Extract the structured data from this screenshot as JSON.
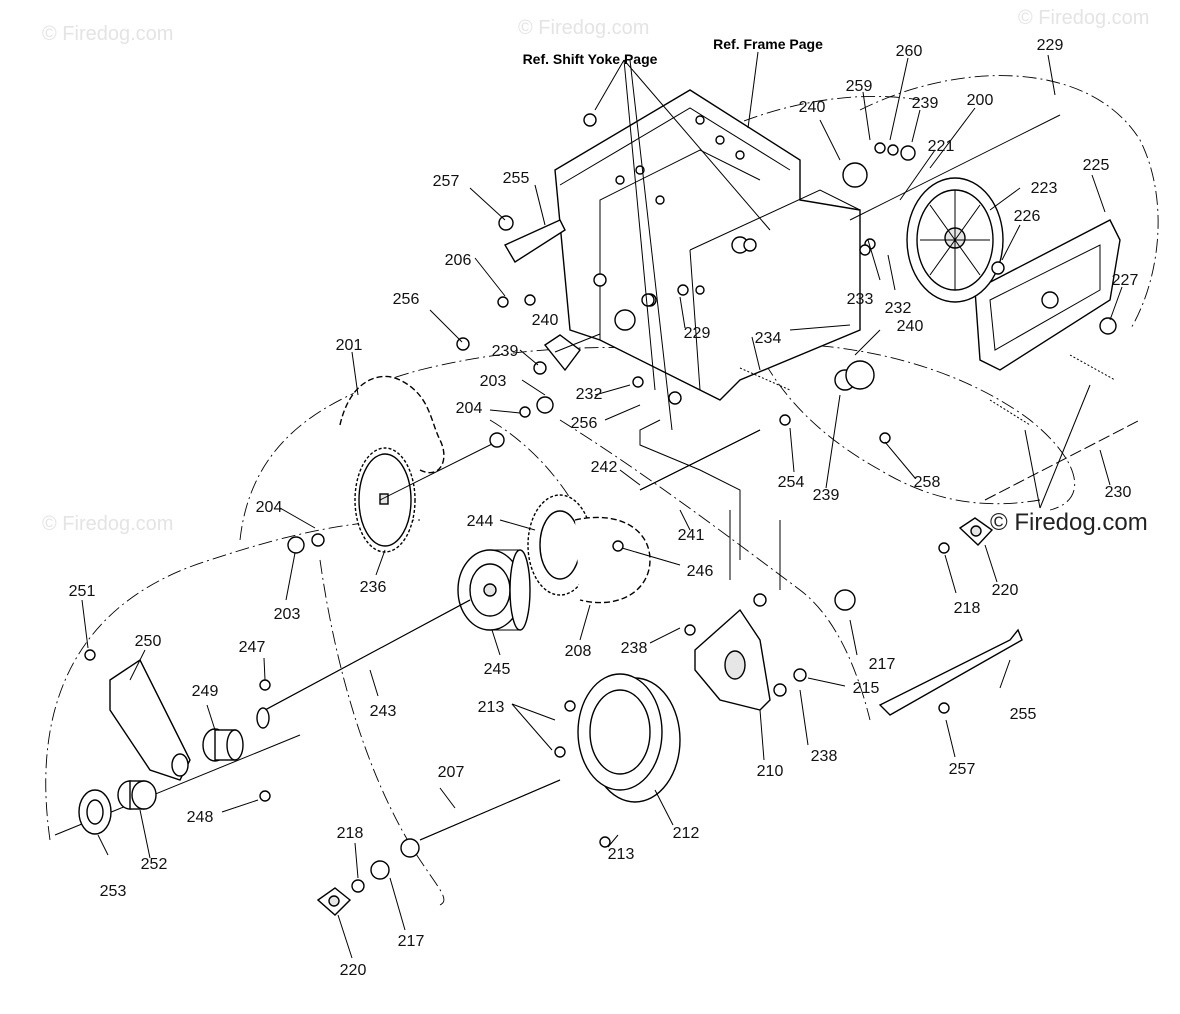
{
  "watermarks": [
    "© Firedog.com",
    "© Firedog.com",
    "© Firedog.com",
    "© Firedog.com",
    "© Firedog.com"
  ],
  "references": {
    "shift_yoke": "Ref. Shift Yoke Page",
    "frame": "Ref. Frame Page"
  },
  "callouts": [
    "200",
    "201",
    "203",
    "203",
    "204",
    "204",
    "206",
    "207",
    "208",
    "210",
    "212",
    "213",
    "213",
    "215",
    "217",
    "217",
    "218",
    "218",
    "220",
    "220",
    "221",
    "223",
    "225",
    "226",
    "227",
    "229",
    "229",
    "230",
    "232",
    "232",
    "233",
    "234",
    "236",
    "238",
    "238",
    "239",
    "239",
    "239",
    "240",
    "240",
    "240",
    "241",
    "242",
    "243",
    "244",
    "245",
    "246",
    "247",
    "248",
    "249",
    "250",
    "251",
    "252",
    "253",
    "254",
    "255",
    "255",
    "256",
    "256",
    "257",
    "257",
    "258",
    "259",
    "260"
  ]
}
